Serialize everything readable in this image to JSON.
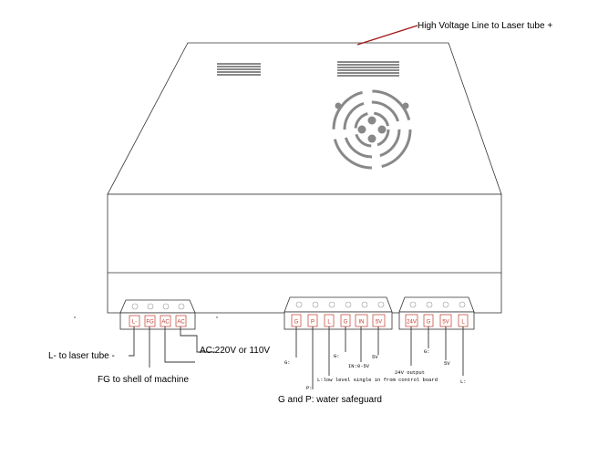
{
  "labels": {
    "hv_line": "High Voltage Line to Laser tube +",
    "l_minus": "L- to laser tube -",
    "ac_input": "AC:220V or 110V",
    "fg": "FG to shell of machine",
    "g_p": "G and P: water safeguard",
    "g1": "G:",
    "p1": "P:",
    "g2": "G:",
    "in_range": "IN:0-5V",
    "v5": "5V",
    "l_signal": "L:low level single in from control board",
    "g3": "G:",
    "out24": "24V output",
    "v5b": "5V",
    "l2": "L:"
  },
  "terminals": {
    "left": [
      "L-",
      "FG",
      "AC",
      "AC"
    ],
    "middle": [
      "G",
      "P",
      "L",
      "G",
      "IN",
      "5V"
    ],
    "right": [
      "24V",
      "G",
      "5V",
      "L"
    ]
  },
  "colors": {
    "line": "#333333",
    "terminal_text": "#c0392b",
    "fan": "#888888",
    "hv_wire": "#a01818"
  }
}
